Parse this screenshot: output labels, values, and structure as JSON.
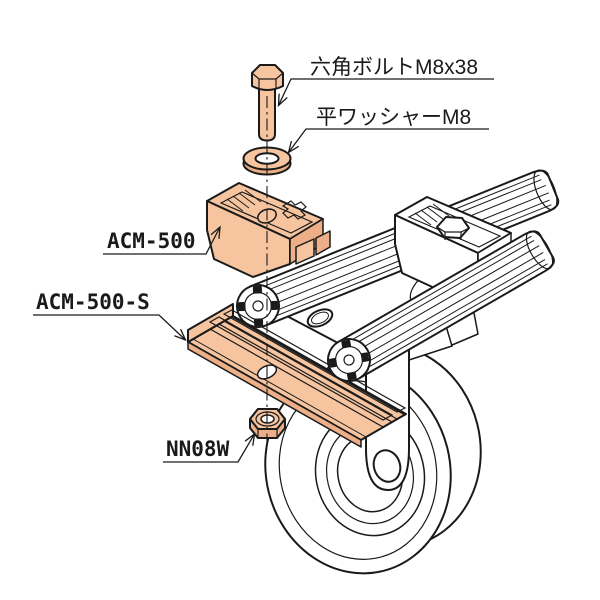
{
  "diagram": {
    "callouts": {
      "hex_bolt": "六角ボルトM8x38",
      "flat_washer": "平ワッシャーM8",
      "caster_mount_bracket": "ACM-500",
      "caster_mount_plate": "ACM-500-S",
      "hex_nut": "NN08W"
    },
    "colors": {
      "part_highlight": "#F6C5A0",
      "part_shade": "#EDAF87",
      "line": "#1A1A1A",
      "background": "#FFFFFF"
    }
  }
}
